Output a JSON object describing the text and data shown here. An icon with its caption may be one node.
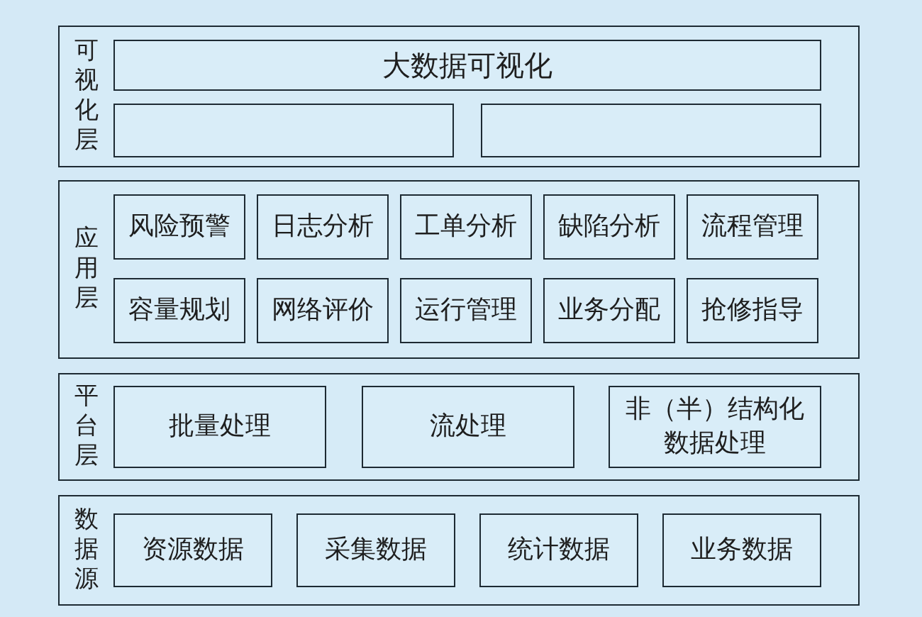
{
  "diagram": {
    "nodes": [
      {
        "text": [
          "可视化层"
        ]
      },
      {
        "text": [
          "大数据可视化"
        ],
        "in": 0
      },
      {
        "text": [],
        "shape": "box",
        "in": 0
      },
      {
        "text": [],
        "shape": "box",
        "in": 0
      },
      {
        "text": [
          "应用层"
        ]
      },
      {
        "text": [
          "风险预警"
        ],
        "in": 4
      },
      {
        "text": [
          "日志分析"
        ],
        "in": 4
      },
      {
        "text": [
          "工单分析"
        ],
        "in": 4
      },
      {
        "text": [
          "缺陷分析"
        ],
        "in": 4
      },
      {
        "text": [
          "流程管理"
        ],
        "in": 4
      },
      {
        "text": [
          "容量规划"
        ],
        "in": 4
      },
      {
        "text": [
          "网络评价"
        ],
        "in": 4
      },
      {
        "text": [
          "运行管理"
        ],
        "in": 4
      },
      {
        "text": [
          "业务分配"
        ],
        "in": 4
      },
      {
        "text": [
          "抢修指导"
        ],
        "in": 4
      },
      {
        "text": [
          "平台层"
        ]
      },
      {
        "text": [
          "批量处理"
        ],
        "in": 15
      },
      {
        "text": [
          "流处理"
        ],
        "in": 15
      },
      {
        "text": [
          "非（半）结构化数据处理"
        ],
        "in": 15
      },
      {
        "text": [
          "数据源"
        ]
      },
      {
        "text": [
          "资源数据"
        ],
        "in": 19
      },
      {
        "text": [
          "采集数据"
        ],
        "in": 19
      },
      {
        "text": [
          "统计数据"
        ],
        "in": 19
      },
      {
        "text": [
          "业务数据"
        ],
        "in": 19
      }
    ]
  }
}
